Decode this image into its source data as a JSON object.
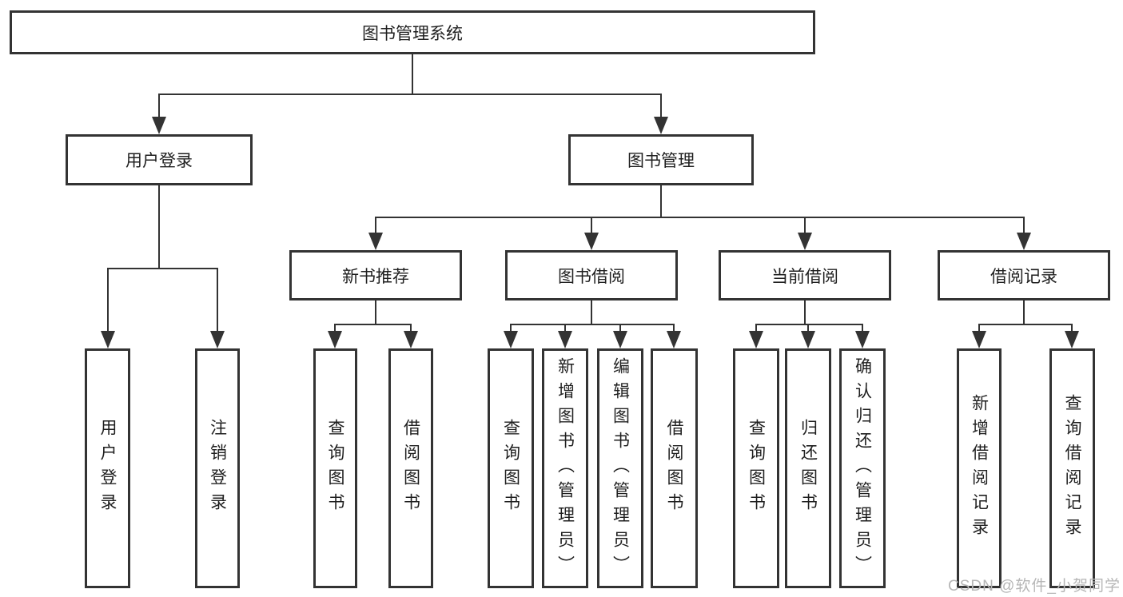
{
  "tree": {
    "root": {
      "label": "图书管理系统"
    },
    "user_login": {
      "label": "用户登录",
      "children": [
        {
          "label": "用户登录"
        },
        {
          "label": "注销登录"
        }
      ]
    },
    "book_mgmt": {
      "label": "图书管理",
      "children": [
        {
          "label": "新书推荐",
          "children": [
            {
              "label": "查询图书"
            },
            {
              "label": "借阅图书"
            }
          ]
        },
        {
          "label": "图书借阅",
          "children": [
            {
              "label": "查询图书"
            },
            {
              "label": "新增图书（管理员）"
            },
            {
              "label": "编辑图书（管理员）"
            },
            {
              "label": "借阅图书"
            }
          ]
        },
        {
          "label": "当前借阅",
          "children": [
            {
              "label": "查询图书"
            },
            {
              "label": "归还图书"
            },
            {
              "label": "确认归还（管理员）"
            }
          ]
        },
        {
          "label": "借阅记录",
          "children": [
            {
              "label": "新增借阅记录"
            },
            {
              "label": "查询借阅记录"
            }
          ]
        }
      ]
    }
  },
  "watermark": {
    "text": "CSDN @软件_小贺同学"
  },
  "colors": {
    "line": "#333333",
    "text": "#1f1f1f",
    "background": "#ffffff",
    "watermark": "#b6b6b6"
  }
}
